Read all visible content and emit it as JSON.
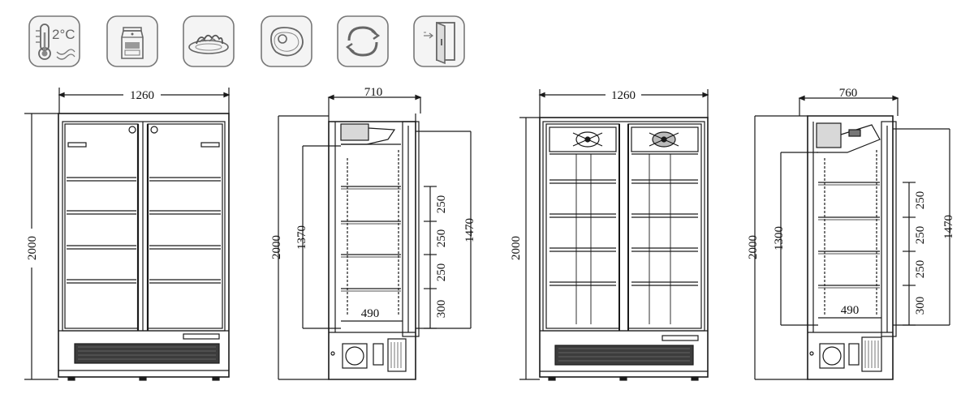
{
  "icons": [
    {
      "name": "thermometer-icon",
      "label": "2°C"
    },
    {
      "name": "milk-carton-icon"
    },
    {
      "name": "food-plate-icon"
    },
    {
      "name": "meat-steak-icon"
    },
    {
      "name": "refresh-cycle-icon"
    },
    {
      "name": "door-open-icon"
    }
  ],
  "views": {
    "front_a": {
      "width": "1260",
      "height": "2000"
    },
    "side_a": {
      "depth": "710",
      "height": "2000",
      "interior": "1370",
      "span": "1470",
      "shelf1": "250",
      "shelf2": "250",
      "shelf3": "250",
      "shelf4": "300",
      "shelf_depth": "490"
    },
    "front_b": {
      "width": "1260",
      "height": "2000"
    },
    "side_b": {
      "depth": "760",
      "height": "2000",
      "interior": "1300",
      "span": "1470",
      "shelf1": "250",
      "shelf2": "250",
      "shelf3": "250",
      "shelf4": "300",
      "shelf_depth": "490"
    }
  },
  "colors": {
    "stroke": "#1a1a1a",
    "icon_stroke": "#666666",
    "icon_bg": "#f4f4f4"
  }
}
